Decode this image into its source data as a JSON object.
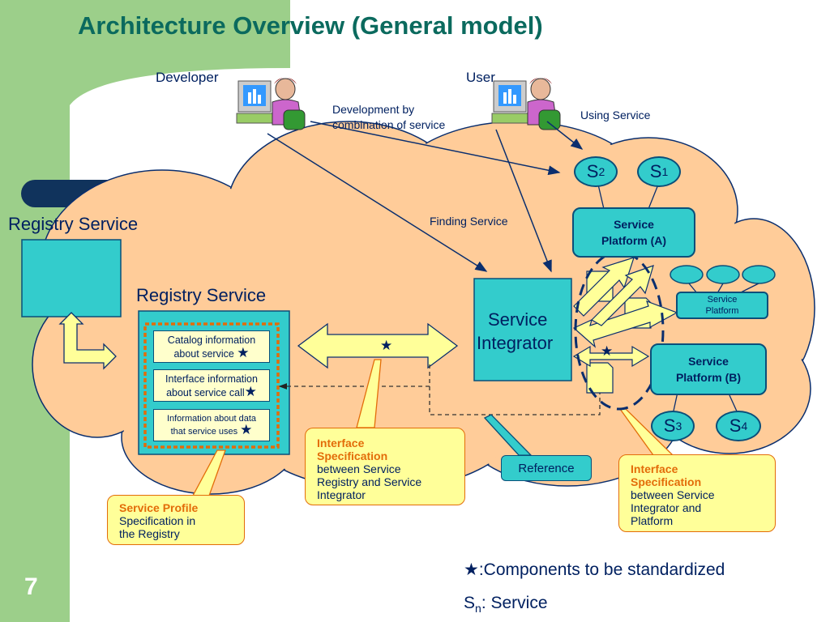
{
  "slide": {
    "title": "Architecture Overview (General model)",
    "page_number": "7"
  },
  "actors": {
    "developer": "Developer",
    "user": "User"
  },
  "annotations": {
    "development_by_line1": "Development by",
    "development_by_line2": "combination of service",
    "using_service": "Using Service",
    "finding_service": "Finding Service"
  },
  "registry": {
    "outer_title": "Registry Service",
    "inner_title": "Registry Service",
    "items": [
      {
        "line1": "Catalog information",
        "line2": "about service"
      },
      {
        "line1": "Interface information",
        "line2": "about service call"
      },
      {
        "line1": "Information about data",
        "line2": "that service uses"
      }
    ]
  },
  "integrator": {
    "line1": "Service",
    "line2": "Integrator"
  },
  "platforms": {
    "a": {
      "line1": "Service",
      "line2": "Platform (A)"
    },
    "b": {
      "line1": "Service",
      "line2": "Platform (B)"
    },
    "generic": {
      "line1": "Service",
      "line2": "Platform"
    }
  },
  "services": {
    "s1": {
      "base": "S",
      "sub": "1"
    },
    "s2": {
      "base": "S",
      "sub": "2"
    },
    "s3": {
      "base": "S",
      "sub": "3"
    },
    "s4": {
      "base": "S",
      "sub": "4"
    }
  },
  "callouts": {
    "service_profile": {
      "highlight": "Service Profile",
      "rest_line1": "Specification in",
      "rest_line2": "the Registry"
    },
    "interface_spec_registry": {
      "highlight_line1": "Interface",
      "highlight_line2": "Specification",
      "rest_line1": "between Service",
      "rest_line2": "Registry and Service",
      "rest_line3": "Integrator"
    },
    "interface_spec_platform": {
      "highlight_line1": "Interface",
      "highlight_line2": "Specification",
      "rest_line1": "between Service",
      "rest_line2": "Integrator and",
      "rest_line3": "Platform"
    },
    "reference": "Reference"
  },
  "legend": {
    "star_symbol": "★",
    "components_text": ":Components to be standardized",
    "sn_base": "S",
    "sn_sub": "n",
    "sn_text": ": Service"
  },
  "colors": {
    "title": "#0b6a5e",
    "side_bar": "#9ccf8a",
    "cloud": "#ffcc99",
    "teal_box": "#33cccc",
    "highlight": "#e36c09",
    "callout_fill": "#ffff99"
  }
}
